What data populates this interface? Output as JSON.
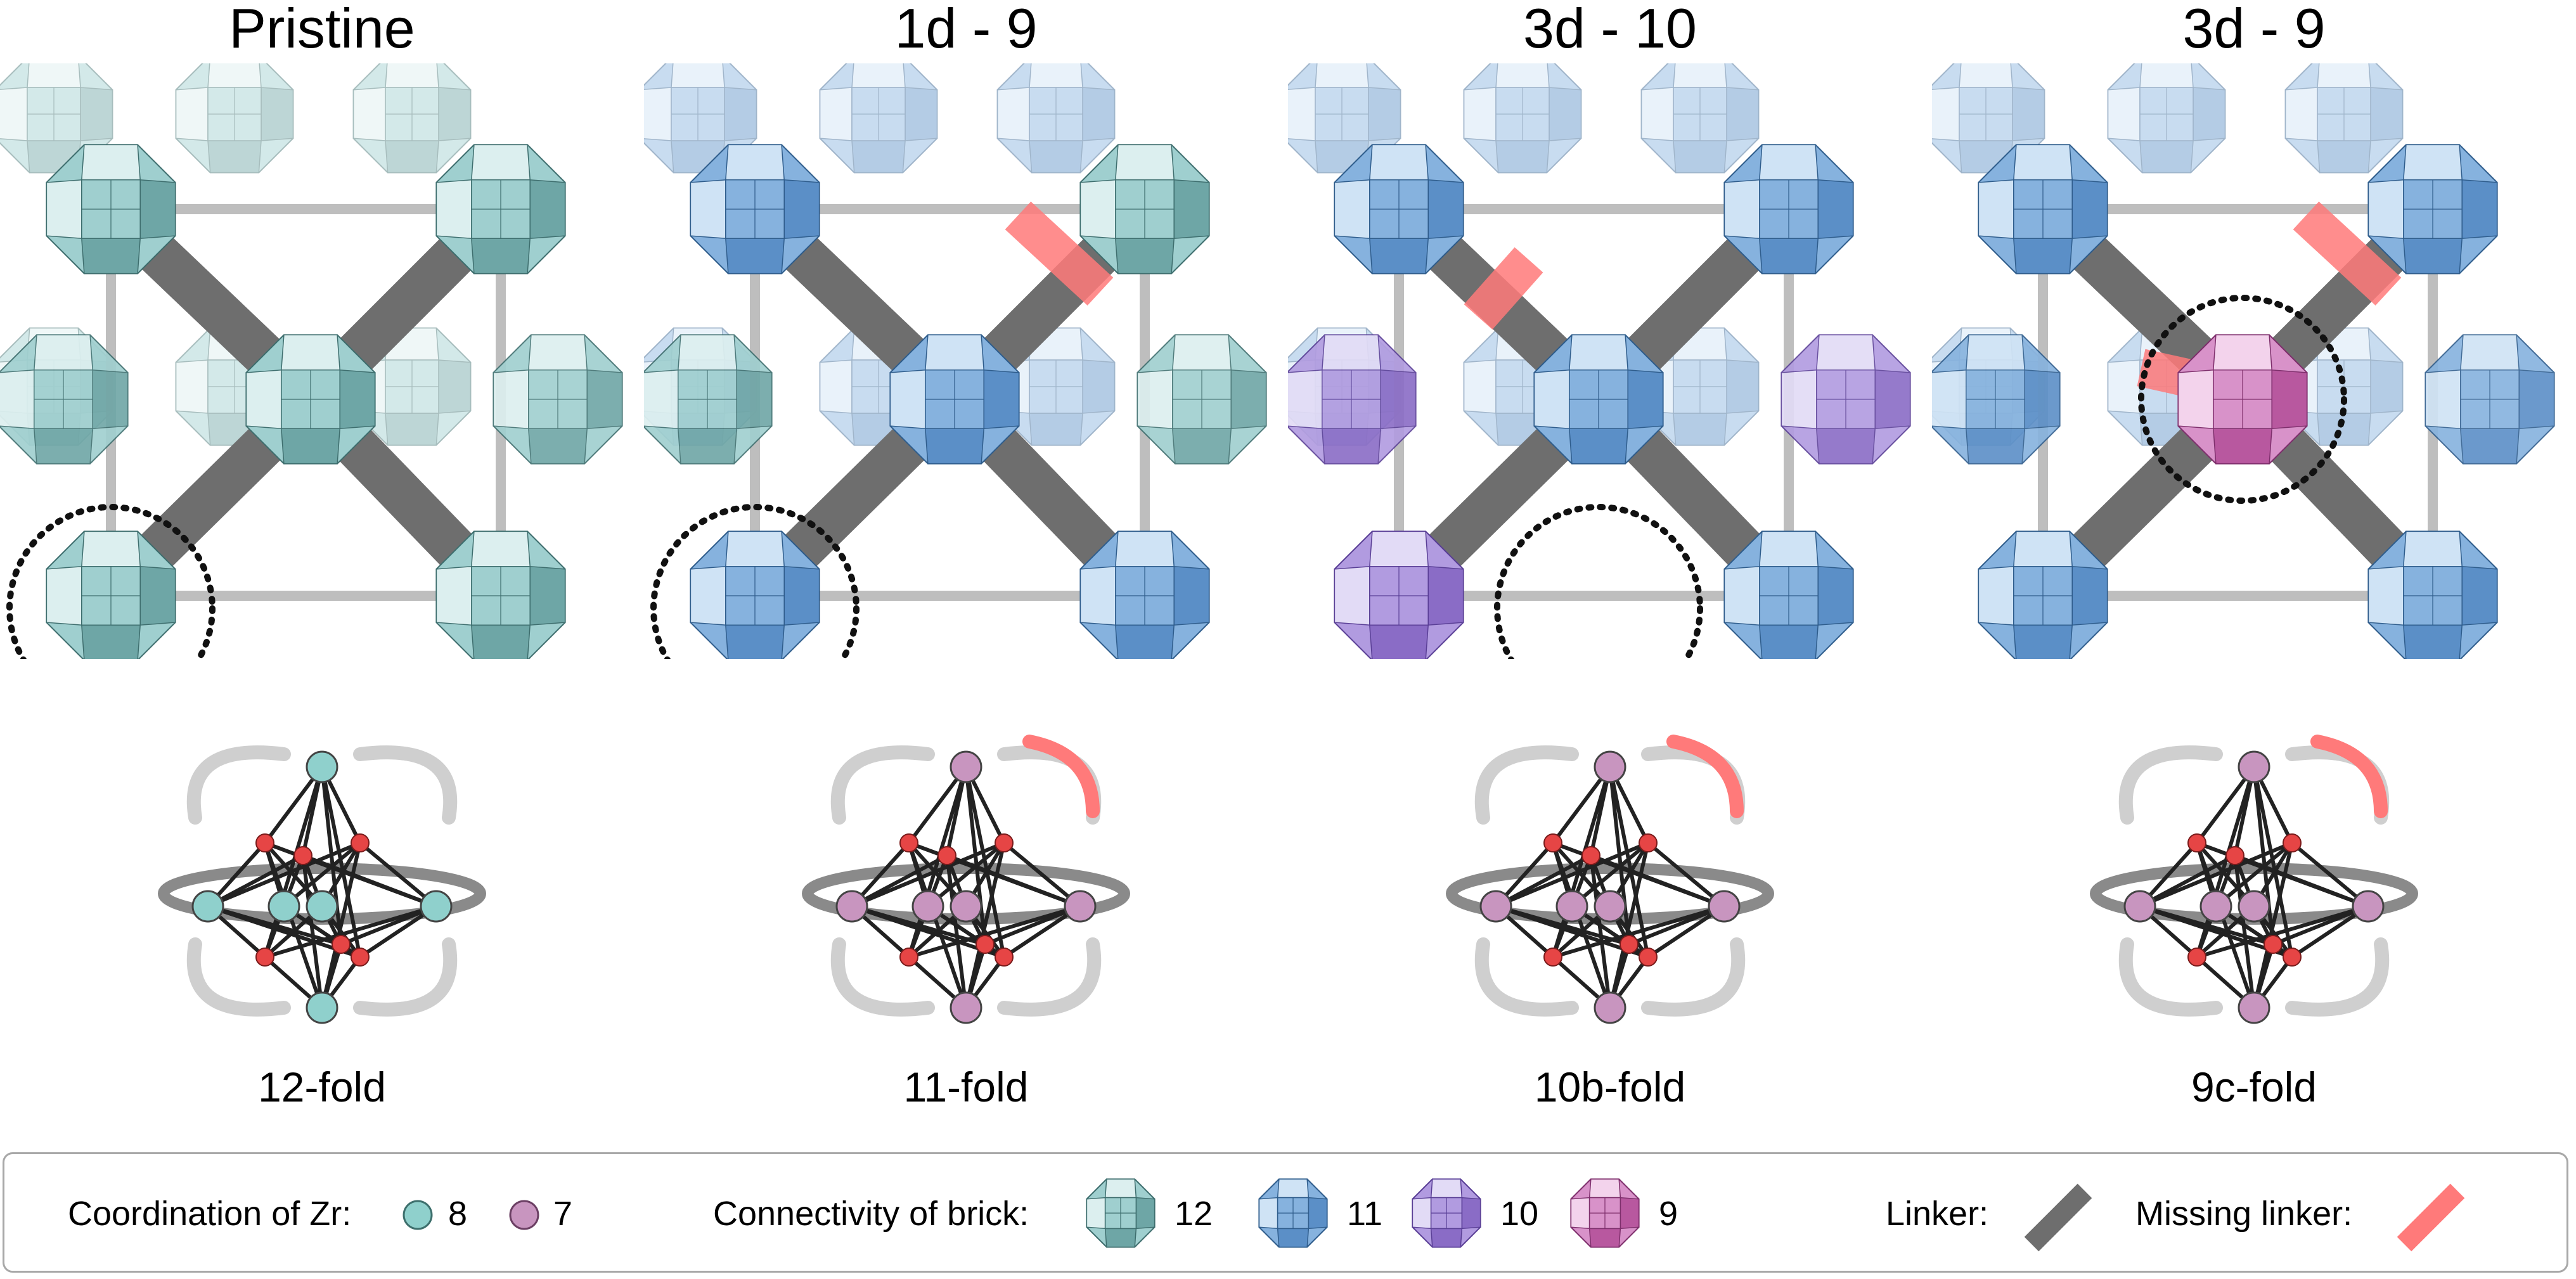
{
  "colors": {
    "fold12": "#7fb8b8",
    "fold11": "#5b8fc7",
    "fold10": "#9a7fd0",
    "fold9": "#c46cb4",
    "zr8": "#8fd0cc",
    "zr7": "#c895bf",
    "linker": "#6e6e6e",
    "missing_linker": "#ff7a7a",
    "oxygen": "#e64545"
  },
  "panels": [
    {
      "title": "Pristine",
      "caption": "12-fold"
    },
    {
      "title": "1d - 9",
      "caption": "11-fold"
    },
    {
      "title": "3d - 10",
      "caption": "10b-fold"
    },
    {
      "title": "3d - 9",
      "caption": "9c-fold"
    }
  ],
  "legend": {
    "coordination_label": "Coordination of Zr:",
    "coordination_items": [
      {
        "label": "8",
        "color": "zr8"
      },
      {
        "label": "7",
        "color": "zr7"
      }
    ],
    "connectivity_label": "Connectivity of brick:",
    "connectivity_items": [
      {
        "label": "12"
      },
      {
        "label": "11"
      },
      {
        "label": "10"
      },
      {
        "label": "9"
      }
    ],
    "linker_label": "Linker:",
    "missing_linker_label": "Missing linker:"
  }
}
